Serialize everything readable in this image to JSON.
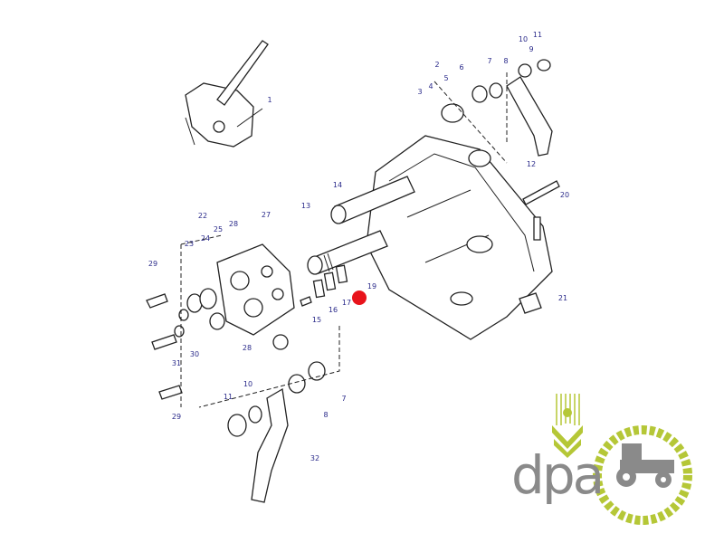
{
  "diagram": {
    "part_labels": [
      "1",
      "2",
      "3",
      "4",
      "5",
      "6",
      "7",
      "8",
      "9",
      "10",
      "11",
      "12",
      "13",
      "14",
      "15",
      "16",
      "17",
      "19",
      "20",
      "21",
      "22",
      "23",
      "24",
      "25",
      "28",
      "27",
      "29",
      "30",
      "31",
      "28",
      "29",
      "11",
      "10",
      "8",
      "7",
      "32"
    ],
    "highlight_color": "#e8131b",
    "highlight_part": "17"
  },
  "logo": {
    "text": "dpa",
    "text_color": "#8a8a8a",
    "accent_color": "#b5c737",
    "icon": "tractor-gear-wheat-icon"
  }
}
